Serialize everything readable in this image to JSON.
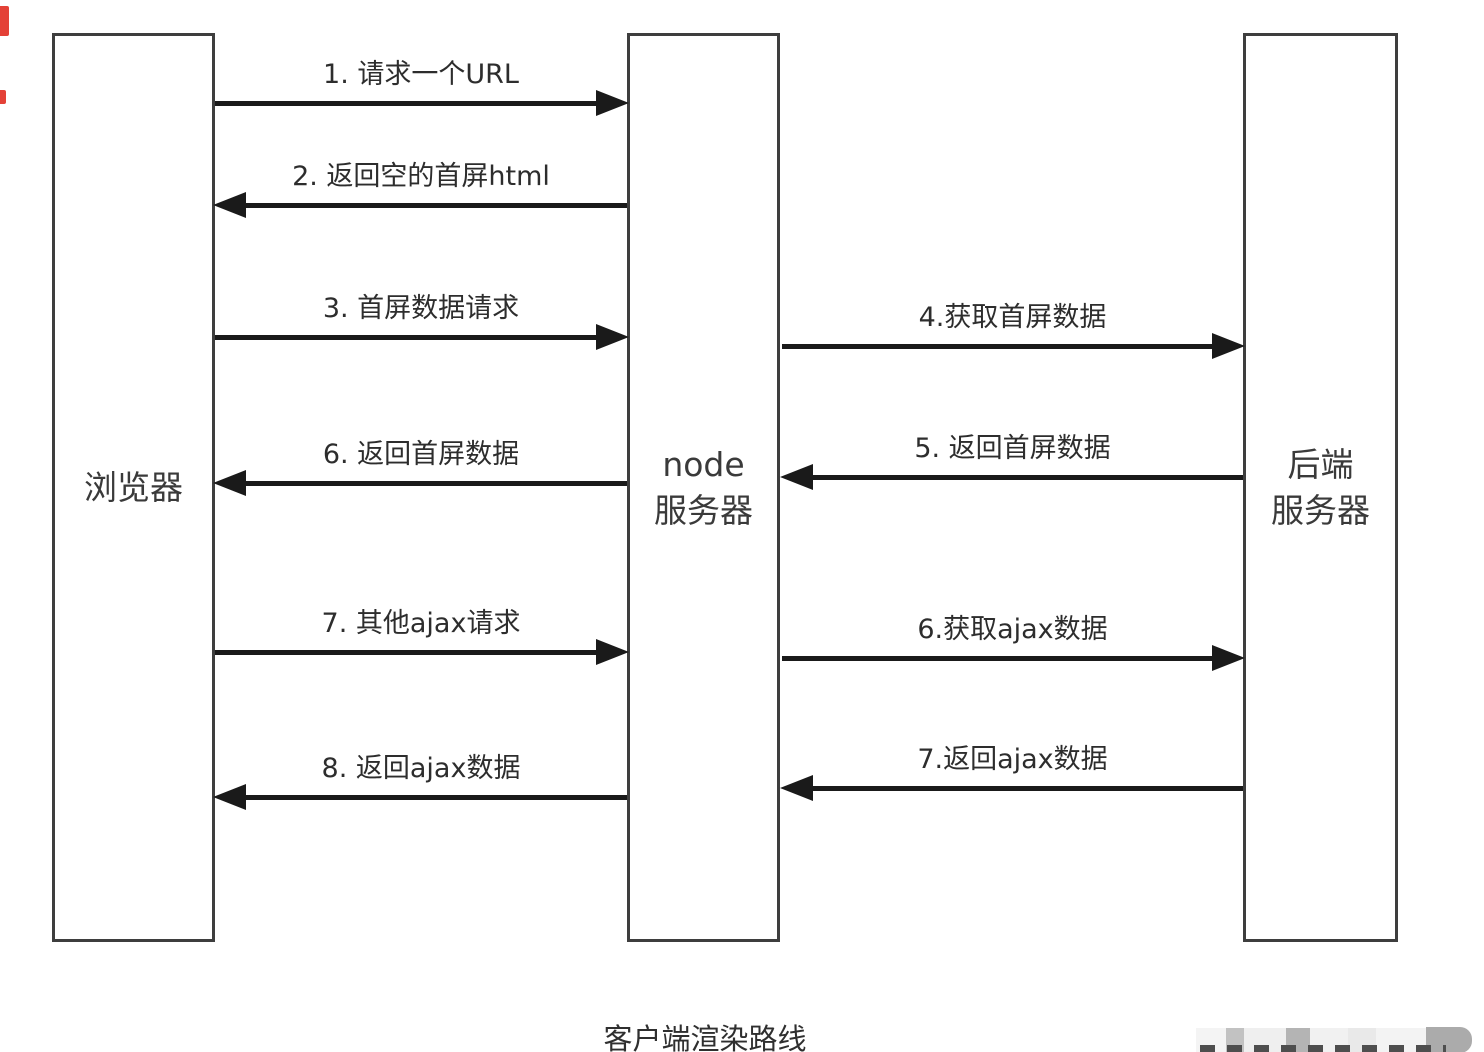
{
  "diagram": {
    "caption": "客户端渲染路线",
    "nodes": {
      "browser": {
        "label": "浏览器"
      },
      "node_server": {
        "label_line1": "node",
        "label_line2": "服务器"
      },
      "backend_server": {
        "label_line1": "后端",
        "label_line2": "服务器"
      }
    },
    "messages_browser_node": [
      {
        "label": "1. 请求一个URL",
        "direction": "right"
      },
      {
        "label": "2. 返回空的首屏html",
        "direction": "left"
      },
      {
        "label": "3. 首屏数据请求",
        "direction": "right"
      },
      {
        "label": "6. 返回首屏数据",
        "direction": "left"
      },
      {
        "label": "7. 其他ajax请求",
        "direction": "right"
      },
      {
        "label": "8. 返回ajax数据",
        "direction": "left"
      }
    ],
    "messages_node_backend": [
      {
        "label": "4.获取首屏数据",
        "direction": "right"
      },
      {
        "label": "5. 返回首屏数据",
        "direction": "left"
      },
      {
        "label": "6.获取ajax数据",
        "direction": "right"
      },
      {
        "label": "7.返回ajax数据",
        "direction": "left"
      }
    ],
    "colors": {
      "background": "#ffffff",
      "box_border": "#3e3e3e",
      "arrow": "#1a1a1a",
      "label_text": "#2d2d2d",
      "edge_mark_red": "#e23126",
      "watermark_gray": "#b4b4b4"
    }
  }
}
